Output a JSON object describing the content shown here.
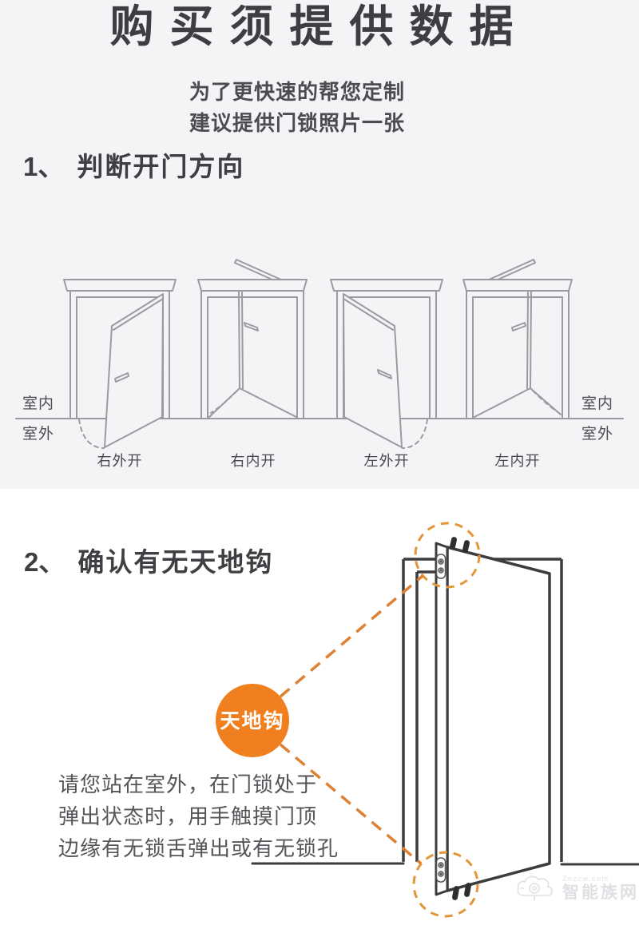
{
  "page": {
    "section1_bg": "#f4f4f6",
    "section2_bg": "#ffffff"
  },
  "colors": {
    "accent_orange": "#f0801f",
    "dashed_orange": "#e39537",
    "diagram_light_gray": "#9b9b9f",
    "diagram_dark": "#3d3d3d",
    "heading_text": "#3f3f43",
    "body_text": "#55555a"
  },
  "header": {
    "title": "购买须提供数据",
    "subtitle_line1": "为了更快速的帮您定制",
    "subtitle_line2": "建议提供门锁照片一张"
  },
  "step1": {
    "number": "1、",
    "title": "判断开门方向",
    "side_labels": {
      "left_top": "室内",
      "left_bottom": "室外",
      "right_top": "室内",
      "right_bottom": "室外"
    },
    "doors": [
      {
        "label": "右外开"
      },
      {
        "label": "右内开"
      },
      {
        "label": "左外开"
      },
      {
        "label": "左内开"
      }
    ]
  },
  "step2": {
    "number": "2、",
    "title": "确认有无天地钩",
    "callout": "天地钩",
    "desc_line1": "请您站在室外，在门锁处于",
    "desc_line2": "弹出状态时，用手触摸门顶",
    "desc_line3": "边缘有无锁舌弹出或有无锁孔"
  },
  "watermark": {
    "small_text": "Znzcw.com",
    "label": "智能族网"
  }
}
